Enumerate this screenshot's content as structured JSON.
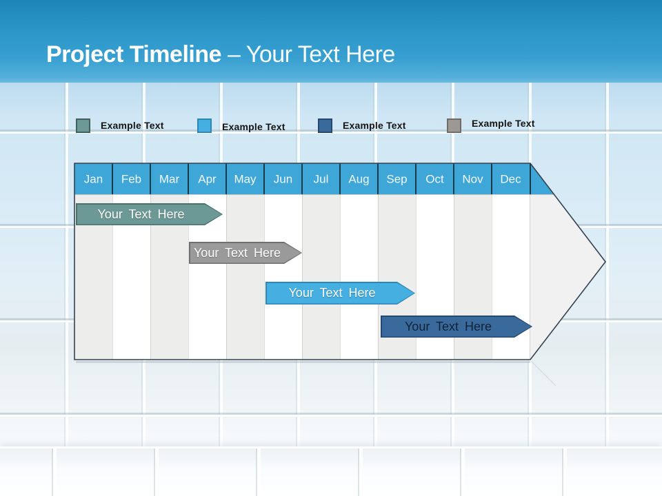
{
  "slide": {
    "title_primary": "Project Timeline",
    "title_secondary": "– Your Text Here",
    "title_color": "#FFFFFF",
    "band_top_color": "#1E86B6",
    "band_mid_color": "#41A7D6"
  },
  "legend": {
    "items": [
      {
        "label": "Example Text",
        "color": "#6C9995",
        "border": "#3F615E"
      },
      {
        "label": "Example Text",
        "color": "#45AFE1",
        "border": "#2E86B2"
      },
      {
        "label": "Example Text",
        "color": "#3A6A9C",
        "border": "#26486E"
      },
      {
        "label": "Example Text",
        "color": "#9C9893",
        "border": "#6F6C68"
      }
    ]
  },
  "timeline": {
    "months": [
      "Jan",
      "Feb",
      "Mar",
      "Apr",
      "May",
      "Jun",
      "Jul",
      "Aug",
      "Sep",
      "Oct",
      "Nov",
      "Dec"
    ],
    "header_color": "#3FA6D8",
    "header_separator_color": "#1C3A48",
    "month_text_color": "#F2F9FD",
    "outline_color": "#33424F",
    "body_color": "#F1F1F1",
    "stripe_colors": [
      "#EDEDEC",
      "#FFFFFF"
    ],
    "bars": [
      {
        "label": "Your Text Here",
        "fill": "#6C9995",
        "border": "#49706C",
        "text_color": "#FFFFFF",
        "start_month": "Jan",
        "end_month": "Apr"
      },
      {
        "label": "Your Text Here",
        "fill": "#9A9A9A",
        "border": "#6F6F6F",
        "text_color": "#FFFFFF",
        "start_month": "Apr",
        "end_month": "Jun"
      },
      {
        "label": "Your Text Here",
        "fill": "#45AFE1",
        "border": "#2E86B2",
        "text_color": "#FFFFFF",
        "start_month": "Jun",
        "end_month": "Sep"
      },
      {
        "label": "Your Text Here",
        "fill": "#3A6A9C",
        "border": "#26486E",
        "text_color": "#0F2338",
        "start_month": "Sep",
        "end_month": "Dec"
      }
    ]
  }
}
